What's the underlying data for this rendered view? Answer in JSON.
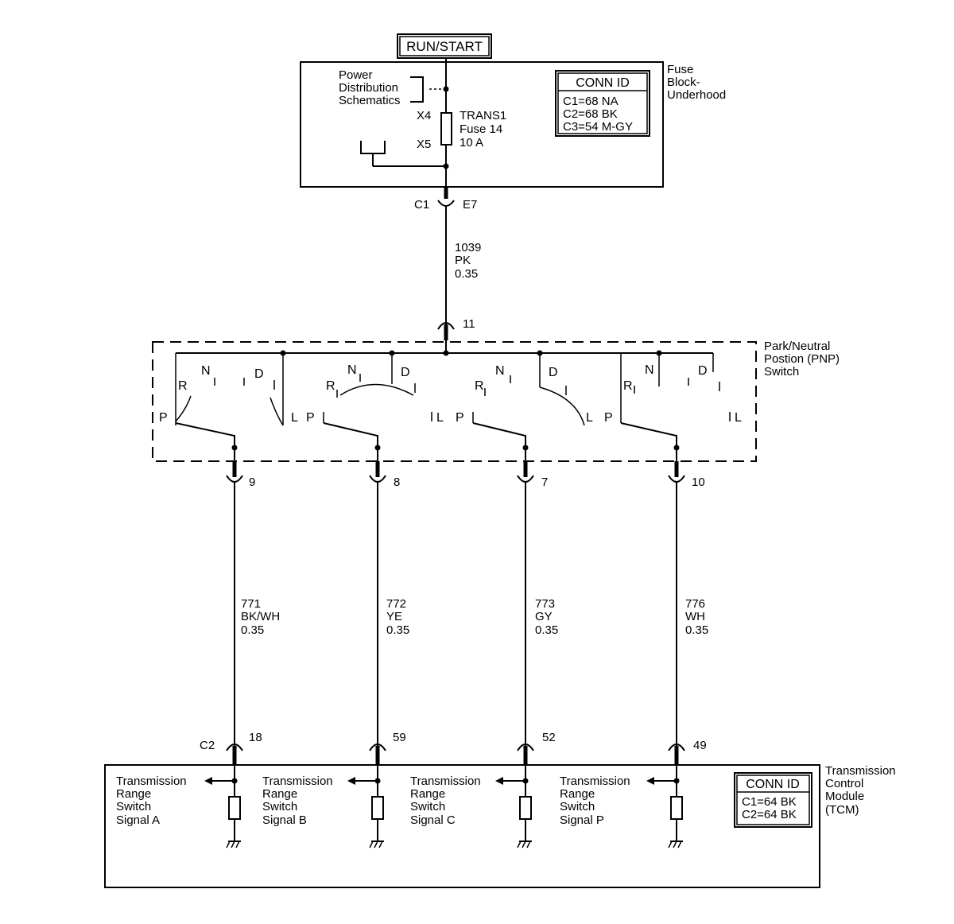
{
  "power_source": "RUN/START",
  "fuse_block": {
    "name_lines": [
      "Fuse",
      "Block-",
      "Underhood"
    ],
    "feed_lines": [
      "Power",
      "Distribution",
      "Schematics"
    ],
    "fuse_lines": [
      "TRANS1",
      "Fuse 14",
      "10 A"
    ],
    "terminal_in": "X4",
    "terminal_out": "X5",
    "conn_title": "CONN ID",
    "conn_rows": [
      "C1=68 NA",
      "C2=68 BK",
      "C3=54 M-GY"
    ]
  },
  "fuse_connector": {
    "conn": "C1",
    "pin": "E7"
  },
  "feed_wire": {
    "circuit": "1039",
    "color": "PK",
    "gauge": "0.35"
  },
  "switch_input_pin": "11",
  "switch": {
    "name_lines": [
      "Park/Neutral",
      "Postion (PNP)",
      "Switch"
    ],
    "positions": [
      "P",
      "R",
      "N",
      "D",
      "L"
    ]
  },
  "circuits": [
    {
      "switch_pin": "9",
      "circuit": "771",
      "color": "BK/WH",
      "gauge": "0.35",
      "tcm_pin": "18",
      "signal_lines": [
        "Transmission",
        "Range",
        "Switch",
        "Signal A"
      ]
    },
    {
      "switch_pin": "8",
      "circuit": "772",
      "color": "YE",
      "gauge": "0.35",
      "tcm_pin": "59",
      "signal_lines": [
        "Transmission",
        "Range",
        "Switch",
        "Signal B"
      ]
    },
    {
      "switch_pin": "7",
      "circuit": "773",
      "color": "GY",
      "gauge": "0.35",
      "tcm_pin": "52",
      "signal_lines": [
        "Transmission",
        "Range",
        "Switch",
        "Signal C"
      ]
    },
    {
      "switch_pin": "10",
      "circuit": "776",
      "color": "WH",
      "gauge": "0.35",
      "tcm_pin": "49",
      "signal_lines": [
        "Transmission",
        "Range",
        "Switch",
        "Signal P"
      ]
    }
  ],
  "tcm": {
    "connector": "C2",
    "name_lines": [
      "Transmission",
      "Control",
      "Module",
      "(TCM)"
    ],
    "conn_title": "CONN ID",
    "conn_rows": [
      "C1=64 BK",
      "C2=64 BK"
    ]
  }
}
